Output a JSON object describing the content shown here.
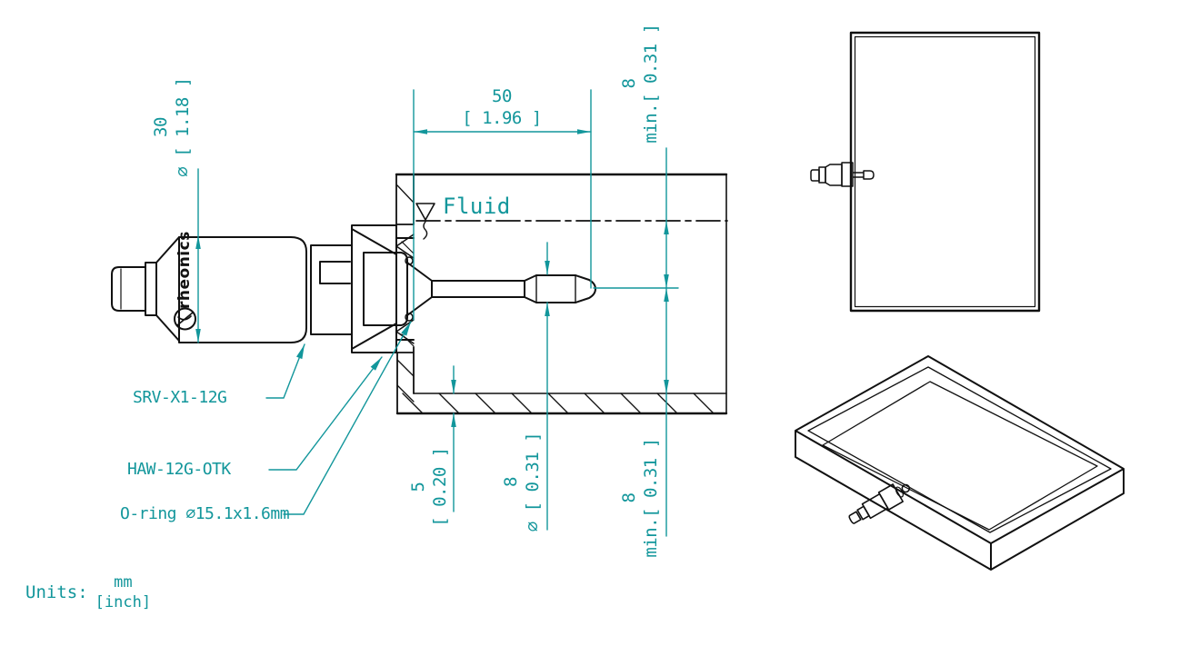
{
  "colors": {
    "dimension_accent": "#12969b",
    "line_ink": "#111111"
  },
  "views": {
    "section": {
      "fluid_label": "Fluid",
      "brand_logo": "rheonics",
      "part_labels": {
        "sensor": "SRV-X1-12G",
        "weld_adapter": "HAW-12G-OTK",
        "oring": "O-ring ⌀15.1x1.6mm"
      },
      "dimensions": {
        "body_diameter": {
          "line1": "30",
          "line2": "⌀ [ 1.18 ]"
        },
        "insertion_length": {
          "line1": "50",
          "line2": "[ 1.96 ]"
        },
        "min_fluid_above": {
          "line1": "8",
          "line2": "min.[ 0.31 ]"
        },
        "wall_thickness": {
          "line1": "5",
          "line2": "[ 0.20 ]"
        },
        "probe_tip_diameter": {
          "line1": "8",
          "line2": "⌀ [ 0.31 ]"
        },
        "min_clearance_below": {
          "line1": "8",
          "line2": "min.[ 0.31 ]"
        }
      }
    },
    "notes": {
      "units_label": "Units:",
      "units_primary": "mm",
      "units_secondary": "[inch]"
    }
  }
}
